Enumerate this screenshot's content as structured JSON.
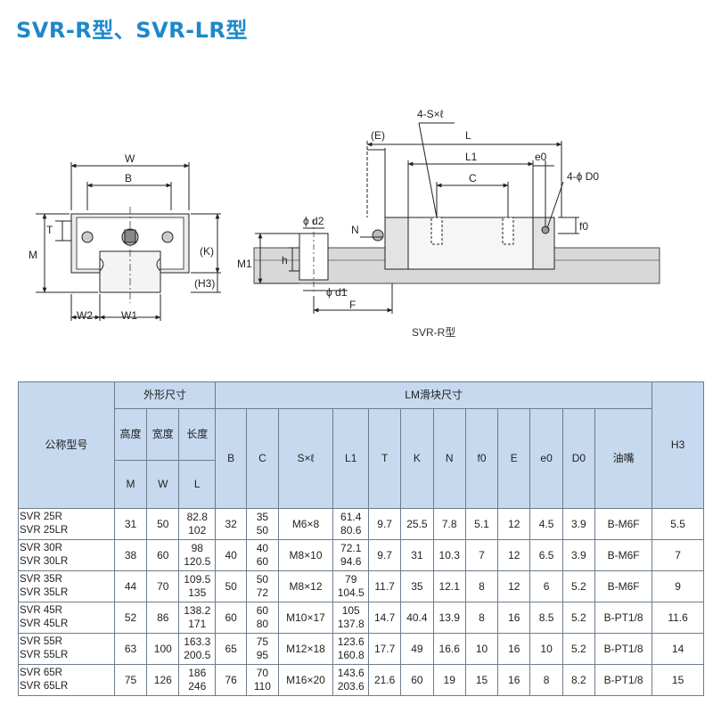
{
  "title": "SVR-R型、SVR-LR型",
  "caption": "SVR-R型",
  "diagram_labels": {
    "front": {
      "W": "W",
      "B": "B",
      "T": "T",
      "M": "M",
      "K": "(K)",
      "H3": "(H3)",
      "W2": "W2",
      "W1": "W1"
    },
    "side": {
      "E": "(E)",
      "S": "4-S×ℓ",
      "L": "L",
      "L1": "L1",
      "e0": "e0",
      "C": "C",
      "D0": "4-ϕ D0",
      "f0": "f0",
      "N": "N",
      "d2": "ϕ d2",
      "h": "h",
      "M1": "M1",
      "d1": "ϕ d1",
      "F": "F"
    }
  },
  "table": {
    "header": {
      "model": "公称型号",
      "outer": "外形尺寸",
      "lm": "LM滑块尺寸",
      "height": "高度",
      "width": "宽度",
      "length": "长度",
      "grease": "油嘴",
      "cols": [
        "M",
        "W",
        "L",
        "B",
        "C",
        "S×ℓ",
        "L1",
        "T",
        "K",
        "N",
        "f0",
        "E",
        "e0",
        "D0",
        "H3"
      ]
    },
    "rows": [
      {
        "model": [
          "SVR 25R",
          "SVR 25LR"
        ],
        "M": "31",
        "W": "50",
        "L": [
          "82.8",
          "102"
        ],
        "B": "32",
        "C": [
          "35",
          "50"
        ],
        "S": "M6×8",
        "L1": [
          "61.4",
          "80.6"
        ],
        "T": "9.7",
        "K": "25.5",
        "N": "7.8",
        "f0": "5.1",
        "E": "12",
        "e0": "4.5",
        "D0": "3.9",
        "grease": "B-M6F",
        "H3": "5.5"
      },
      {
        "model": [
          "SVR 30R",
          "SVR 30LR"
        ],
        "M": "38",
        "W": "60",
        "L": [
          "98",
          "120.5"
        ],
        "B": "40",
        "C": [
          "40",
          "60"
        ],
        "S": "M8×10",
        "L1": [
          "72.1",
          "94.6"
        ],
        "T": "9.7",
        "K": "31",
        "N": "10.3",
        "f0": "7",
        "E": "12",
        "e0": "6.5",
        "D0": "3.9",
        "grease": "B-M6F",
        "H3": "7"
      },
      {
        "model": [
          "SVR 35R",
          "SVR 35LR"
        ],
        "M": "44",
        "W": "70",
        "L": [
          "109.5",
          "135"
        ],
        "B": "50",
        "C": [
          "50",
          "72"
        ],
        "S": "M8×12",
        "L1": [
          "79",
          "104.5"
        ],
        "T": "11.7",
        "K": "35",
        "N": "12.1",
        "f0": "8",
        "E": "12",
        "e0": "6",
        "D0": "5.2",
        "grease": "B-M6F",
        "H3": "9"
      },
      {
        "model": [
          "SVR 45R",
          "SVR 45LR"
        ],
        "M": "52",
        "W": "86",
        "L": [
          "138.2",
          "171"
        ],
        "B": "60",
        "C": [
          "60",
          "80"
        ],
        "S": "M10×17",
        "L1": [
          "105",
          "137.8"
        ],
        "T": "14.7",
        "K": "40.4",
        "N": "13.9",
        "f0": "8",
        "E": "16",
        "e0": "8.5",
        "D0": "5.2",
        "grease": "B-PT1/8",
        "H3": "11.6"
      },
      {
        "model": [
          "SVR 55R",
          "SVR 55LR"
        ],
        "M": "63",
        "W": "100",
        "L": [
          "163.3",
          "200.5"
        ],
        "B": "65",
        "C": [
          "75",
          "95"
        ],
        "S": "M12×18",
        "L1": [
          "123.6",
          "160.8"
        ],
        "T": "17.7",
        "K": "49",
        "N": "16.6",
        "f0": "10",
        "E": "16",
        "e0": "10",
        "D0": "5.2",
        "grease": "B-PT1/8",
        "H3": "14"
      },
      {
        "model": [
          "SVR 65R",
          "SVR 65LR"
        ],
        "M": "75",
        "W": "126",
        "L": [
          "186",
          "246"
        ],
        "B": "76",
        "C": [
          "70",
          "110"
        ],
        "S": "M16×20",
        "L1": [
          "143.6",
          "203.6"
        ],
        "T": "21.6",
        "K": "60",
        "N": "19",
        "f0": "15",
        "E": "16",
        "e0": "8",
        "D0": "8.2",
        "grease": "B-PT1/8",
        "H3": "15"
      }
    ]
  }
}
